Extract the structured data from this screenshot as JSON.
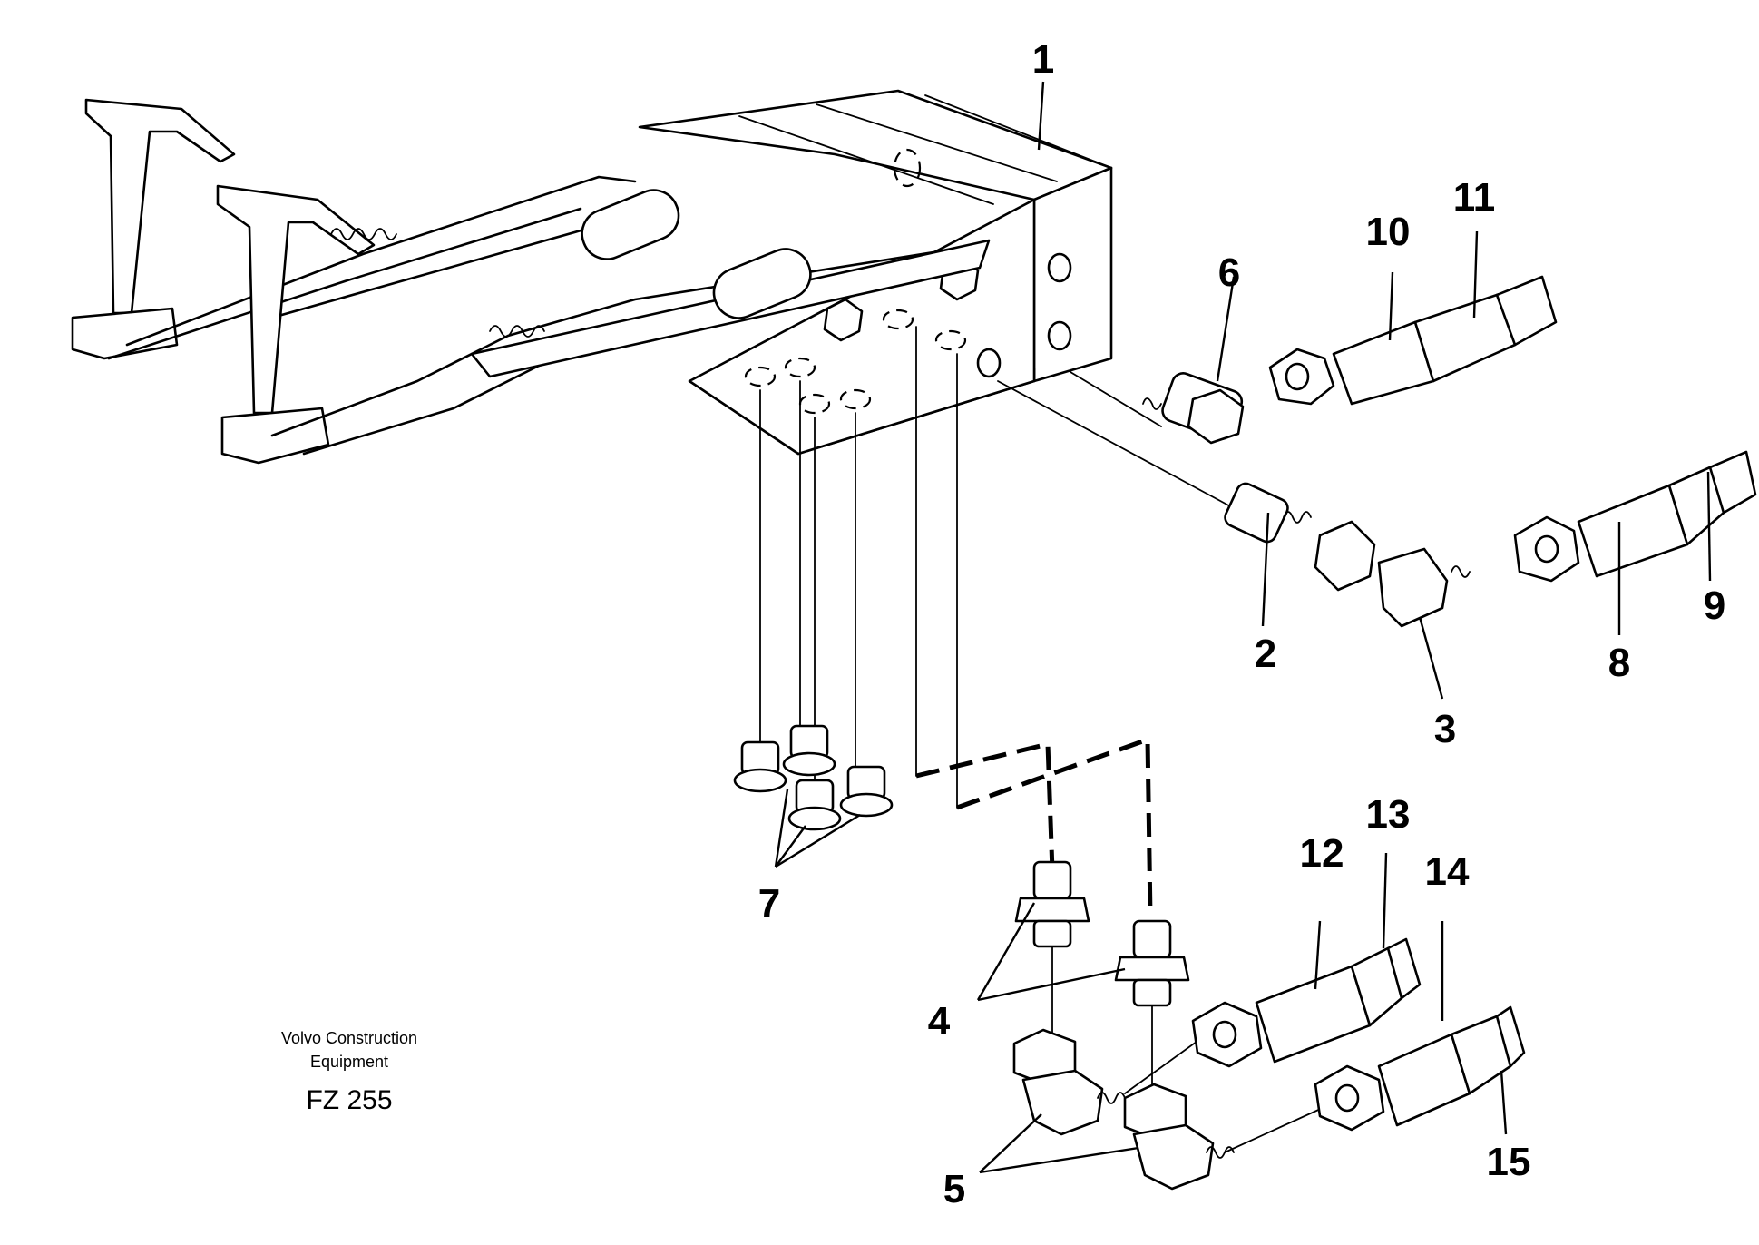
{
  "diagram": {
    "callouts": [
      "1",
      "2",
      "3",
      "4",
      "5",
      "6",
      "7",
      "8",
      "9",
      "10",
      "11",
      "12",
      "13",
      "14",
      "15"
    ],
    "caption": {
      "company_line1": "Volvo Construction",
      "company_line2": "Equipment",
      "figure_code": "FZ 255"
    }
  }
}
